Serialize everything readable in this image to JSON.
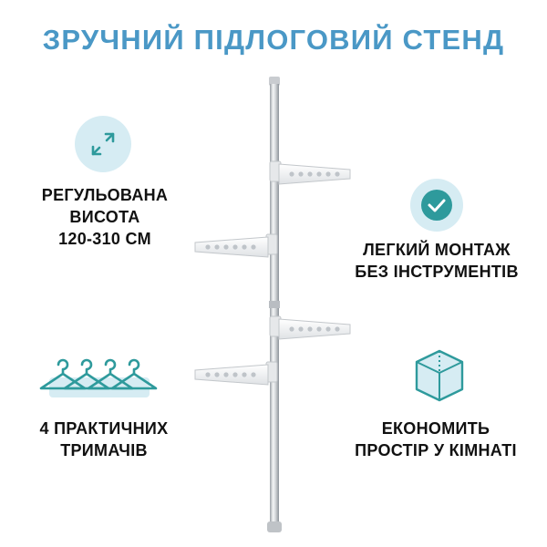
{
  "title": "ЗРУЧНИЙ ПІДЛОГОВИЙ СТЕНД",
  "features": {
    "height": {
      "line1": "РЕГУЛЬОВАНА",
      "line2": "ВИСОТА",
      "line3": "120-310 СМ",
      "icon": "resize-arrows-icon"
    },
    "mounting": {
      "line1": "ЛЕГКИЙ МОНТАЖ",
      "line2": "БЕЗ ІНСТРУМЕНТІВ",
      "icon": "checkmark-icon"
    },
    "hangers": {
      "line1": "4 ПРАКТИЧНИХ",
      "line2": "ТРИМАЧІВ",
      "icon": "hangers-icon"
    },
    "space": {
      "line1": "ЕКОНОМИТЬ",
      "line2": "ПРОСТІР У КІМНАТІ",
      "icon": "cube-icon"
    }
  },
  "colors": {
    "title": "#4a98c6",
    "accent_teal": "#2e9a9c",
    "icon_circle": "#d6ecf3",
    "text": "#111111"
  }
}
